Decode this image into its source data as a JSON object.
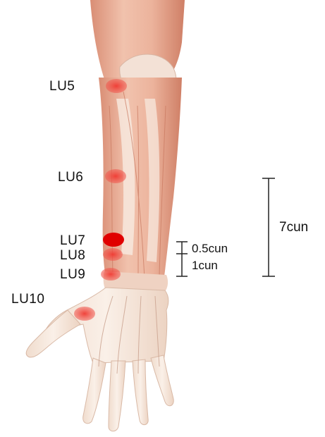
{
  "points": [
    {
      "id": "LU5",
      "label": "LU5"
    },
    {
      "id": "LU6",
      "label": "LU6"
    },
    {
      "id": "LU7",
      "label": "LU7"
    },
    {
      "id": "LU8",
      "label": "LU8"
    },
    {
      "id": "LU9",
      "label": "LU9"
    },
    {
      "id": "LU10",
      "label": "LU10"
    }
  ],
  "measurements": {
    "long": "7cun",
    "half": "0.5cun",
    "one": "1cun"
  },
  "colors": {
    "point": "#e8453c",
    "point_strong": "#e00000",
    "skin": "#f2dccd",
    "muscle": "#e6a88e",
    "muscle_dark": "#c97a62",
    "bone": "#f6eee6",
    "scale": "#222222"
  }
}
